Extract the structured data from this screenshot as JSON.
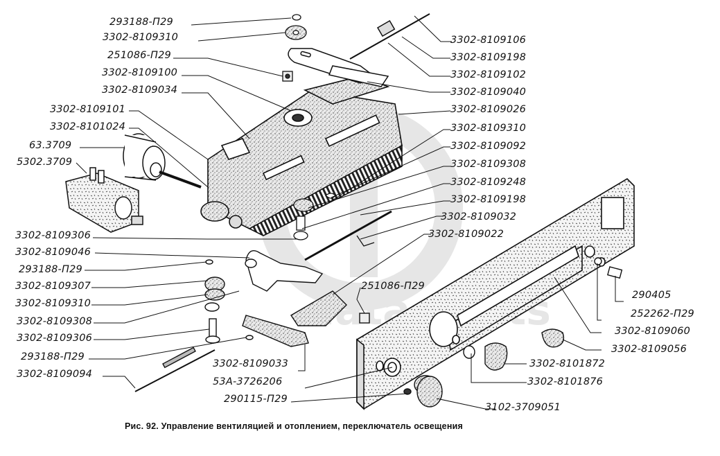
{
  "figure": {
    "caption": "Рис. 92. Управление вентиляцией и отоплением, переключатель освещения",
    "watermark": "data-parts"
  },
  "labels": {
    "left": [
      "293188-П29",
      "3302-8109310",
      "251086-П29",
      "3302-8109100",
      "3302-8109034",
      "3302-8109101",
      "3302-8101024",
      "63.3709",
      "5302.3709",
      "3302-8109306",
      "3302-8109046",
      "293188-П29",
      "3302-8109307",
      "3302-8109310",
      "3302-8109308",
      "3302-8109306",
      "293188-П29",
      "3302-8109094"
    ],
    "right": [
      "3302-8109106",
      "3302-8109198",
      "3302-8109102",
      "3302-8109040",
      "3302-8109026",
      "3302-8109310",
      "3302-8109092",
      "3302-8109308",
      "3302-8109248",
      "3302-8109198",
      "3302-8109032",
      "3302-8109022"
    ],
    "bottom": [
      "251086-П29",
      "3302-8109033",
      "53А-3726206",
      "290115-П29",
      "3302-8101872",
      "3302-8101876",
      "3102-3709051",
      "290405",
      "252262-П29",
      "3302-8109060",
      "3302-8109056"
    ]
  }
}
